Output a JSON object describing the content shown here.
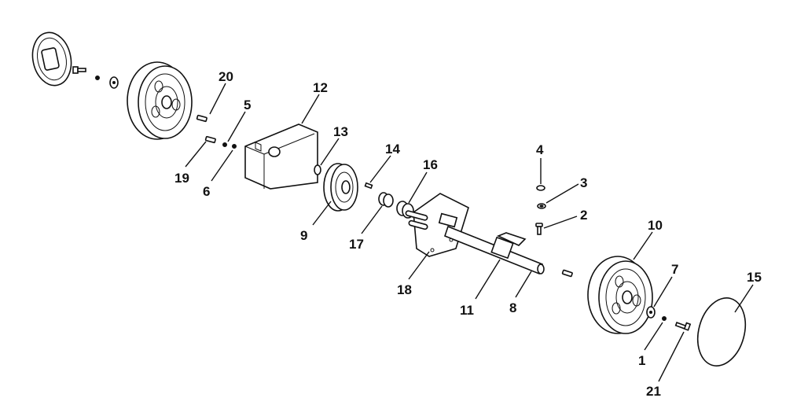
{
  "diagram": {
    "type": "exploded-parts-view",
    "callouts": [
      {
        "id": "c20",
        "label": "20"
      },
      {
        "id": "c12",
        "label": "12"
      },
      {
        "id": "c5",
        "label": "5"
      },
      {
        "id": "c13",
        "label": "13"
      },
      {
        "id": "c19",
        "label": "19"
      },
      {
        "id": "c6",
        "label": "6"
      },
      {
        "id": "c14",
        "label": "14"
      },
      {
        "id": "c16",
        "label": "16"
      },
      {
        "id": "c4",
        "label": "4"
      },
      {
        "id": "c3",
        "label": "3"
      },
      {
        "id": "c2",
        "label": "2"
      },
      {
        "id": "c10",
        "label": "10"
      },
      {
        "id": "c9",
        "label": "9"
      },
      {
        "id": "c17",
        "label": "17"
      },
      {
        "id": "c7",
        "label": "7"
      },
      {
        "id": "c15",
        "label": "15"
      },
      {
        "id": "c18",
        "label": "18"
      },
      {
        "id": "c11",
        "label": "11"
      },
      {
        "id": "c8",
        "label": "8"
      },
      {
        "id": "c1",
        "label": "1"
      },
      {
        "id": "c21",
        "label": "21"
      }
    ]
  }
}
